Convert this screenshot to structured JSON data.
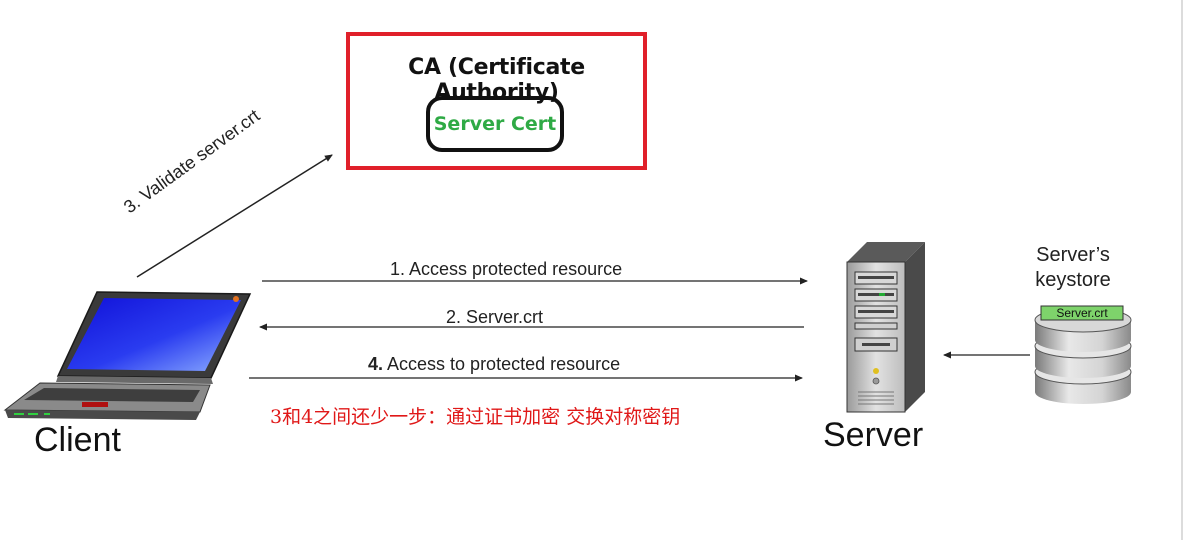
{
  "ca": {
    "title": "CA (Certificate Authority)",
    "cert_label": "Server Cert"
  },
  "arrows": {
    "validate": "3. Validate server.crt",
    "step1": "1.  Access protected resource",
    "step2": "2. Server.crt",
    "step4_num": "4.",
    "step4_text": " Access to protected resource"
  },
  "client": {
    "label": "Client"
  },
  "server": {
    "label": "Server"
  },
  "keystore": {
    "label_line1": "Server’s",
    "label_line2": "keystore",
    "cert_tag": "Server.crt"
  },
  "note": "3和4之间还少一步：通过证书加密 交换对称密钥",
  "colors": {
    "ca_border": "#e0202a",
    "cert_text": "#2faa45",
    "note_text": "#e01818",
    "keystore_tag": "#7ed36b"
  }
}
